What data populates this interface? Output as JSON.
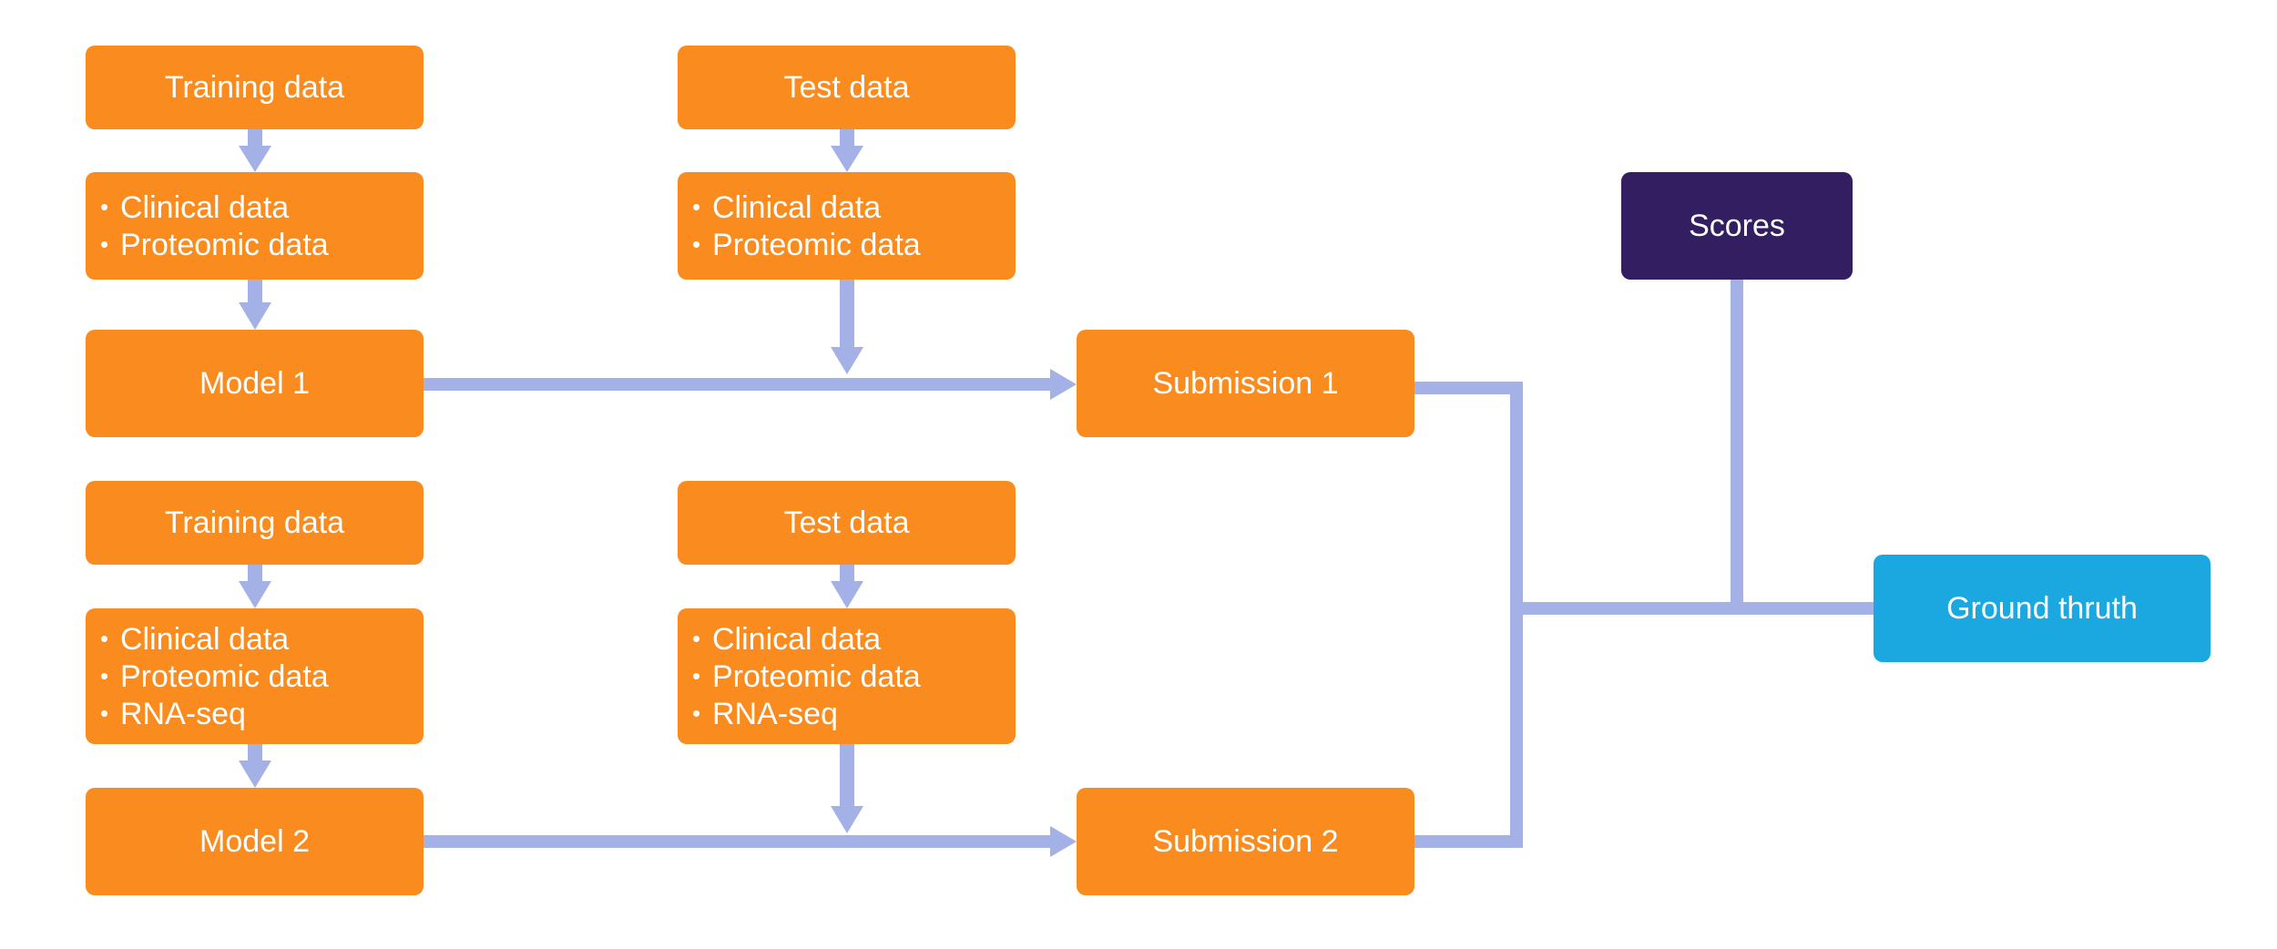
{
  "colors": {
    "box_orange": "#F98B1F",
    "box_purple": "#331E62",
    "box_blue": "#1BA8E1",
    "connector": "#A3B1E6"
  },
  "pipeline1": {
    "training": "Training data",
    "training_items": [
      "Clinical data",
      "Proteomic data"
    ],
    "model": "Model 1",
    "test": "Test data",
    "test_items": [
      "Clinical data",
      "Proteomic data"
    ],
    "submission": "Submission 1"
  },
  "pipeline2": {
    "training": "Training data",
    "training_items": [
      "Clinical data",
      "Proteomic data",
      "RNA-seq"
    ],
    "model": "Model 2",
    "test": "Test data",
    "test_items": [
      "Clinical data",
      "Proteomic data",
      "RNA-seq"
    ],
    "submission": "Submission 2"
  },
  "evaluation": {
    "scores": "Scores",
    "ground_truth": "Ground thruth"
  }
}
